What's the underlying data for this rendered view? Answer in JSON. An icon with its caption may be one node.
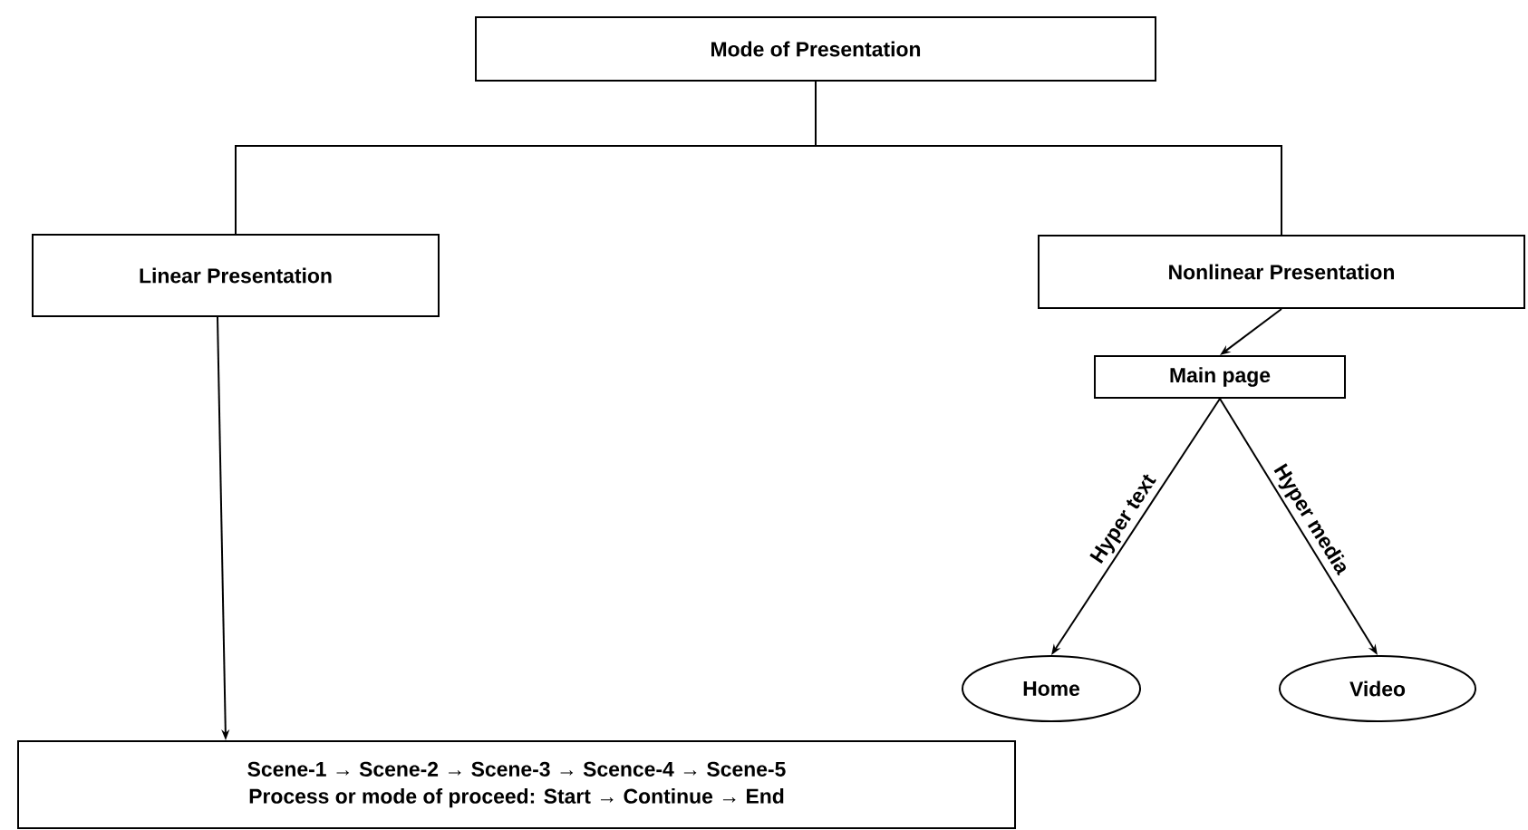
{
  "diagram": {
    "nodes": [
      {
        "text": [
          "Mode of Presentation"
        ]
      },
      {
        "text": [
          "Linear Presentation"
        ]
      },
      {
        "text": [
          "Nonlinear Presentation"
        ]
      },
      {
        "text": [
          "Main page"
        ]
      },
      {
        "text": [
          "Home"
        ]
      },
      {
        "text": [
          "Video"
        ]
      },
      {
        "text": [
          "Scene-1 → Scene-2 → Scene-3 → Scence-4 → Scene-5",
          "Process or mode of proceed: Start → Continue → End"
        ]
      }
    ],
    "edges": [
      {
        "from": 0,
        "to": 1,
        "arrow": "none"
      },
      {
        "from": 0,
        "to": 2,
        "arrow": "none"
      },
      {
        "from": 1,
        "to": 6,
        "arrow": "to"
      },
      {
        "from": 2,
        "to": 3,
        "arrow": "to"
      },
      {
        "from": 3,
        "to": 4,
        "arrow": "to",
        "label": "Hyper text"
      },
      {
        "from": 3,
        "to": 5,
        "arrow": "to",
        "label": "Hyper media"
      }
    ]
  }
}
